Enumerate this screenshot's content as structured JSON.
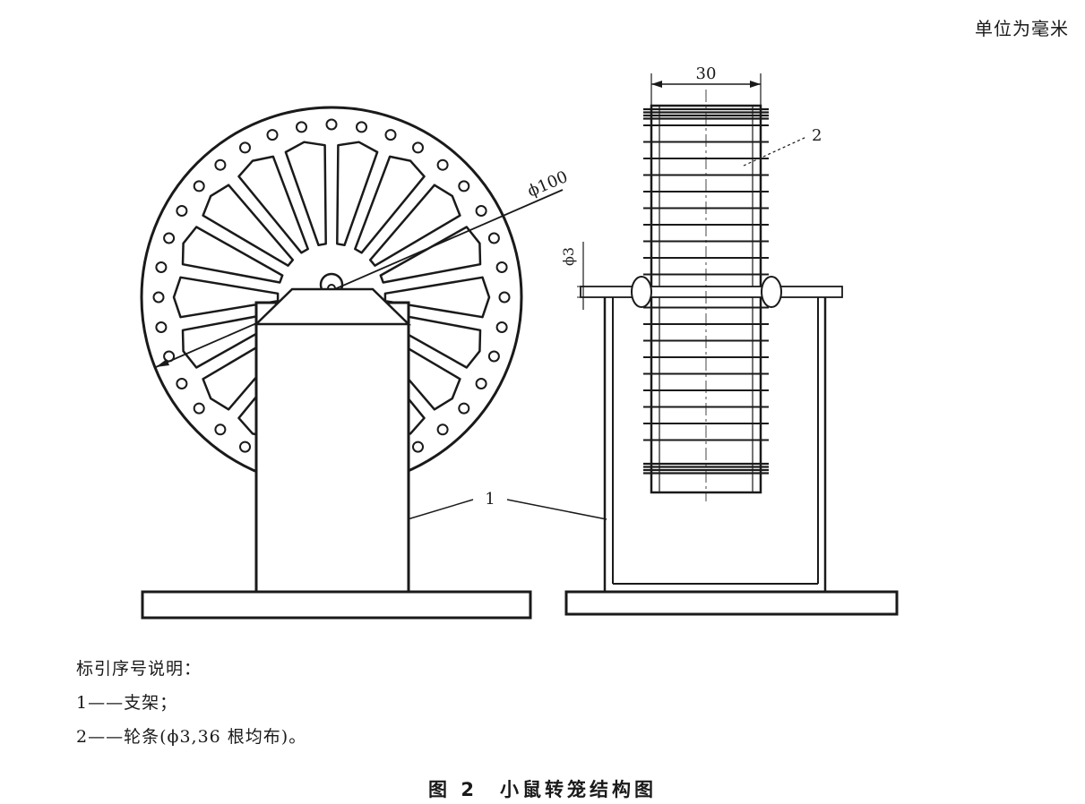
{
  "unit_note": "单位为毫米",
  "labels": {
    "width_dim": "30",
    "diameter_dim": "ϕ100",
    "rod_dim": "ϕ3",
    "callout_1": "1",
    "callout_2": "2"
  },
  "legend": {
    "title": "标引序号说明：",
    "items": [
      "1——支架；",
      "2——轮条(ϕ3,36 根均布)。"
    ]
  },
  "caption": "图 2　小鼠转笼结构图"
}
